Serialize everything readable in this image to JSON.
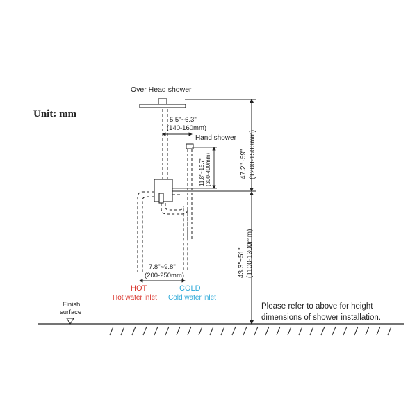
{
  "unit_label": "Unit: mm",
  "overhead_label": "Over Head shower",
  "hand_label": "Hand shower",
  "arm_dim": {
    "inch": "5.5\"~6.3\"",
    "mm": "(140-160mm)"
  },
  "hand_dim": {
    "inch": "11.8\"~15.7\"",
    "mm": "(300-400mm)"
  },
  "inlet_dim": {
    "inch": "7.8\"~9.8\"",
    "mm": "(200-250mm)"
  },
  "upper_dim": {
    "inch": "47.2\"~59\"",
    "mm": "(1200-1500mm)"
  },
  "lower_dim": {
    "inch": "43.3\"~51\"",
    "mm": "(1100-1300mm)"
  },
  "hot": {
    "title": "HOT",
    "sub": "Hot water inlet",
    "color": "#d9342b"
  },
  "cold": {
    "title": "COLD",
    "sub": "Cold water inlet",
    "color": "#2aa8d8"
  },
  "finish": {
    "line1": "Finish",
    "line2": "surface"
  },
  "note": {
    "line1": "Please refer to above for height",
    "line2": "dimensions of shower installation."
  },
  "colors": {
    "line": "#222222"
  }
}
